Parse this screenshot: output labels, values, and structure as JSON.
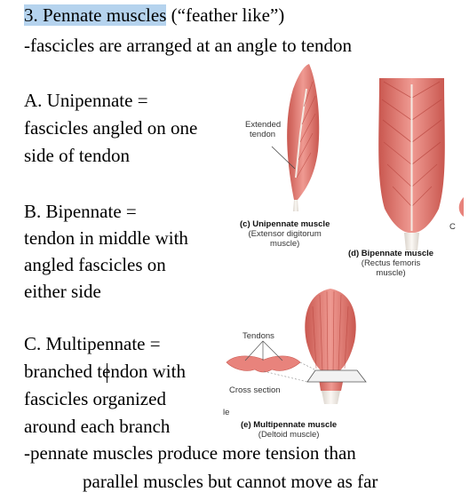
{
  "heading": {
    "highlighted": "3. Pennate muscles",
    "rest": " (“feather like”)"
  },
  "lines": {
    "l1": "-fascicles are arranged at an angle to tendon",
    "a1": "A. Unipennate =",
    "a2": "fascicles angled on one",
    "a3": "side of tendon",
    "b1": "B. Bipennate =",
    "b2": "tendon in middle with",
    "b3": "angled fascicles on",
    "b4": "either side",
    "c1": "C. Multipennate =",
    "c2": "branched tendon with",
    "c3": "fascicles organized",
    "c4": "around each branch",
    "d1": "-pennate muscles produce more tension than",
    "d2": "parallel muscles but cannot move as far"
  },
  "figure": {
    "extended_tendon_1": "Extended",
    "extended_tendon_2": "tendon",
    "uni_title": "(c) Unipennate muscle",
    "uni_sub1": "(Extensor digitorum",
    "uni_sub2": "muscle)",
    "bi_title": "(d) Bipennate muscle",
    "bi_sub1": "(Rectus femoris",
    "bi_sub2": "muscle)",
    "edge_fragment": "C",
    "tendons": "Tendons",
    "cross_section": "Cross section",
    "stray_fragment": "le",
    "multi_title": "(e) Multipennate muscle",
    "multi_sub": "(Deltoid muscle)"
  },
  "colors": {
    "highlight": "#b5d3ee",
    "muscle": "#e8837c",
    "muscle_dark": "#c9574f",
    "tendon": "#f1ece6"
  }
}
